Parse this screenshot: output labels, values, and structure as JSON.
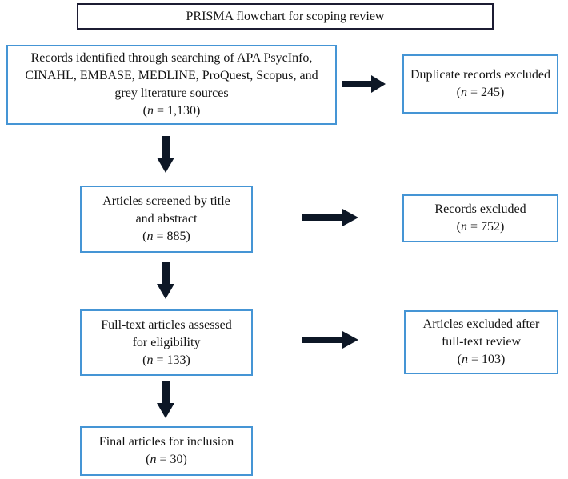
{
  "figure": {
    "title": "PRISMA flowchart for scoping review"
  },
  "labels": {
    "open_paren": "(",
    "n_var": "n"
  },
  "main_boxes": [
    {
      "name": "records-identified",
      "lines": [
        "Records identified through searching of APA PsycInfo,",
        "CINAHL, EMBASE, MEDLINE, ProQuest, Scopus, and",
        "grey literature sources"
      ],
      "n_value": "1,130",
      "n_rest": " = 1,130)"
    },
    {
      "name": "articles-screened",
      "lines": [
        "Articles screened by title",
        "and abstract"
      ],
      "n_value": "885",
      "n_rest": " = 885)"
    },
    {
      "name": "fulltext-assessed",
      "lines": [
        "Full-text articles assessed",
        "for eligibility"
      ],
      "n_value": "133",
      "n_rest": " = 133)"
    },
    {
      "name": "final-inclusion",
      "lines": [
        "Final articles for inclusion"
      ],
      "n_value": "30",
      "n_rest": " = 30)"
    }
  ],
  "side_boxes": [
    {
      "name": "duplicates-excluded",
      "lines": [
        "Duplicate records excluded"
      ],
      "n_value": "245",
      "n_rest": " = 245)"
    },
    {
      "name": "records-excluded",
      "lines": [
        "Records excluded"
      ],
      "n_value": "752",
      "n_rest": " = 752)"
    },
    {
      "name": "articles-excluded-fulltext",
      "lines": [
        "Articles excluded after",
        "full-text review"
      ],
      "n_value": "103",
      "n_rest": " = 103)"
    }
  ],
  "colors": {
    "box_border_blue": "#4595d5",
    "title_border": "#1c1c33",
    "arrow": "#0d1726",
    "text": "#141414",
    "background": "#ffffff"
  }
}
